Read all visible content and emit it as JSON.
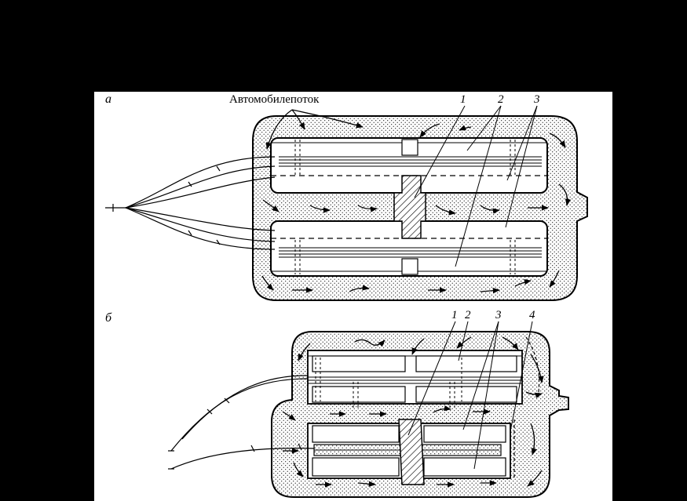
{
  "panels": {
    "a": {
      "letter": "а",
      "caption": "Автомобилепоток",
      "callouts": [
        "1",
        "2",
        "3"
      ]
    },
    "b": {
      "letter": "б",
      "callouts": [
        "1",
        "2",
        "3",
        "4"
      ]
    }
  },
  "colors": {
    "background": "#000000",
    "paper": "#ffffff",
    "ink": "#000000",
    "stipple": "#000000"
  }
}
